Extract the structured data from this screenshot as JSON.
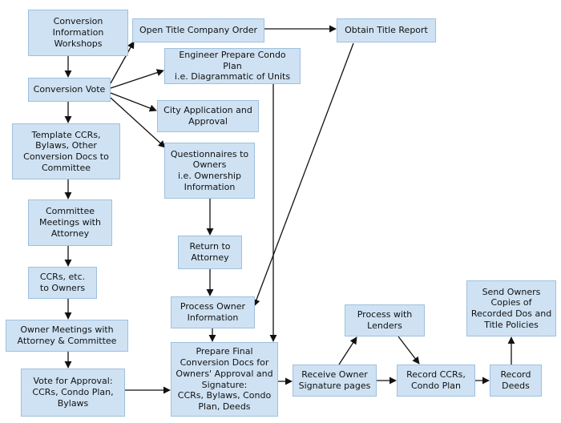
{
  "nodes": [
    {
      "id": "workshops",
      "label": "Conversion\nInformation\nWorkshops"
    },
    {
      "id": "vote",
      "label": "Conversion Vote"
    },
    {
      "id": "template",
      "label": "Template CCRs,\nBylaws, Other\nConversion Docs to\nCommittee"
    },
    {
      "id": "committee",
      "label": "Committee\nMeetings with\nAttorney"
    },
    {
      "id": "ccrs_owners",
      "label": "CCRs, etc.\nto Owners"
    },
    {
      "id": "owner_meetings",
      "label": "Owner Meetings with\nAttorney & Committee"
    },
    {
      "id": "vote_approval",
      "label": "Vote for Approval:\nCCRs, Condo Plan,\nBylaws"
    },
    {
      "id": "title_order",
      "label": "Open Title Company Order"
    },
    {
      "id": "title_report",
      "label": "Obtain Title Report"
    },
    {
      "id": "engineer",
      "label": "Engineer Prepare Condo Plan\ni.e. Diagrammatic of Units"
    },
    {
      "id": "city",
      "label": "City Application and\nApproval"
    },
    {
      "id": "questionnaires",
      "label": "Questionnaires to\nOwners\ni.e. Ownership\nInformation"
    },
    {
      "id": "return",
      "label": "Return to\nAttorney"
    },
    {
      "id": "process_owner",
      "label": "Process Owner\nInformation"
    },
    {
      "id": "prepare_final",
      "label": "Prepare Final\nConversion Docs for\nOwners' Approval and\nSignature:\nCCRs, Bylaws, Condo\nPlan, Deeds"
    },
    {
      "id": "receive",
      "label": "Receive Owner\nSignature pages"
    },
    {
      "id": "lenders",
      "label": "Process with\nLenders"
    },
    {
      "id": "record_ccrs",
      "label": "Record CCRs,\nCondo Plan"
    },
    {
      "id": "record_deeds",
      "label": "Record\nDeeds"
    },
    {
      "id": "send_owners",
      "label": "Send Owners\nCopies of\nRecorded Dos and\nTitle Policies"
    }
  ],
  "edges": [
    [
      "workshops",
      "vote"
    ],
    [
      "vote",
      "template"
    ],
    [
      "template",
      "committee"
    ],
    [
      "committee",
      "ccrs_owners"
    ],
    [
      "ccrs_owners",
      "owner_meetings"
    ],
    [
      "owner_meetings",
      "vote_approval"
    ],
    [
      "vote_approval",
      "prepare_final"
    ],
    [
      "vote",
      "title_order"
    ],
    [
      "title_order",
      "title_report"
    ],
    [
      "title_report",
      "process_owner"
    ],
    [
      "vote",
      "engineer"
    ],
    [
      "engineer",
      "prepare_final"
    ],
    [
      "vote",
      "city"
    ],
    [
      "vote",
      "questionnaires"
    ],
    [
      "questionnaires",
      "return"
    ],
    [
      "return",
      "process_owner"
    ],
    [
      "process_owner",
      "prepare_final"
    ],
    [
      "prepare_final",
      "receive"
    ],
    [
      "receive",
      "lenders"
    ],
    [
      "lenders",
      "record_ccrs"
    ],
    [
      "receive",
      "record_ccrs"
    ],
    [
      "record_ccrs",
      "record_deeds"
    ],
    [
      "record_deeds",
      "send_owners"
    ]
  ],
  "colors": {
    "box_fill": "#cfe2f3",
    "box_border": "#9fc0dd",
    "arrow": "#111111"
  }
}
